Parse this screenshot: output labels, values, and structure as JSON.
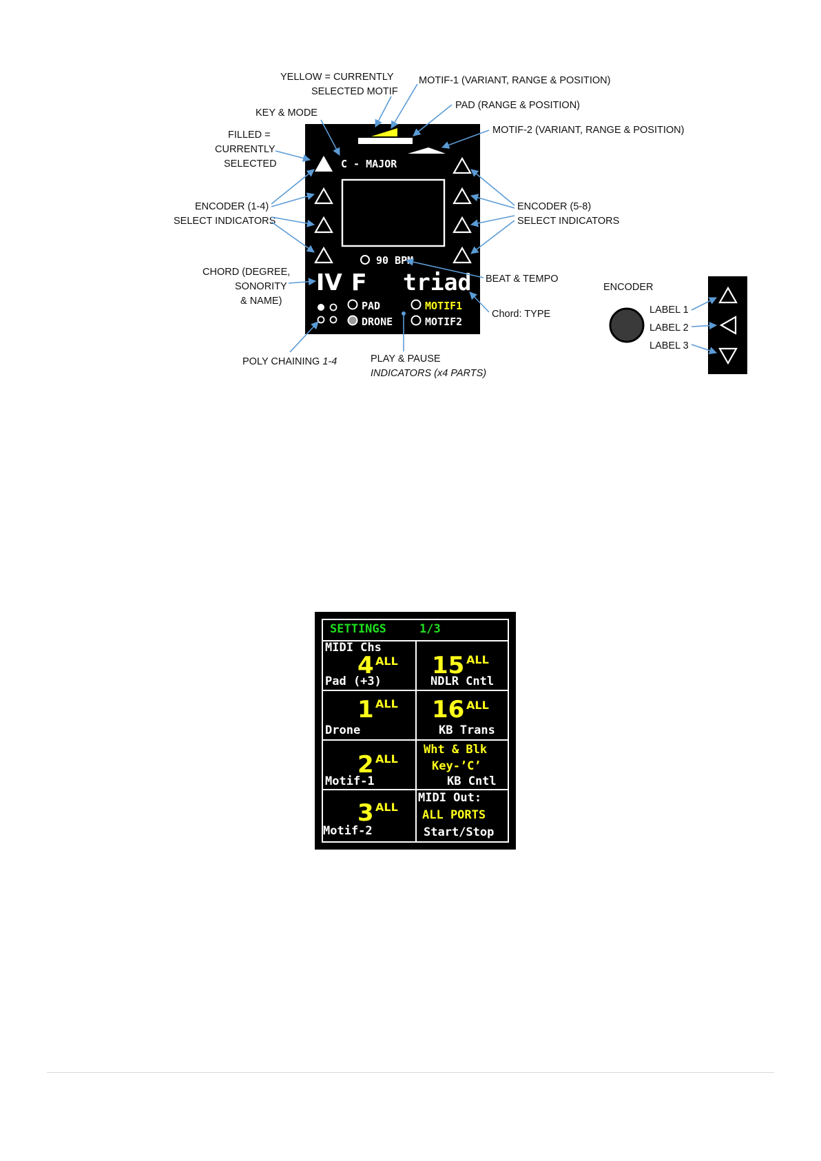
{
  "annotations": {
    "yellow_selected": [
      "YELLOW = CURRENTLY",
      "SELECTED MOTIF"
    ],
    "motif1": "MOTIF-1 (VARIANT, RANGE & POSITION)",
    "pad": "PAD (RANGE & POSITION)",
    "key_mode": "KEY & MODE",
    "motif2": "MOTIF-2 (VARIANT, RANGE & POSITION)",
    "filled": [
      "FILLED =",
      "CURRENTLY",
      "SELECTED"
    ],
    "enc14": [
      "ENCODER (1-4)",
      "SELECT INDICATORS"
    ],
    "enc58": [
      "ENCODER (5-8)",
      "SELECT INDICATORS"
    ],
    "chord": [
      "CHORD (DEGREE,",
      "SONORITY",
      "& NAME)"
    ],
    "beat_tempo": "BEAT & TEMPO",
    "chord_type": "Chord: TYPE",
    "poly_chaining": "POLY CHAINING",
    "poly_range": "1-4",
    "play_pause": "PLAY & PAUSE",
    "play_pause_sub": "INDICATORS  (x4 PARTS)"
  },
  "main_screen": {
    "key_mode": "C - MAJOR",
    "bpm": "90 BPM",
    "chord_degree": "IV",
    "chord_name": "F",
    "chord_type": "triad",
    "parts": {
      "pad": "PAD",
      "drone": "DRONE",
      "motif1": "MOTIF1",
      "motif2": "MOTIF2"
    }
  },
  "encoder_legend": {
    "title": "ENCODER",
    "labels": [
      "LABEL 1",
      "LABEL 2",
      "LABEL 3"
    ]
  },
  "settings": {
    "title": "SETTINGS",
    "page": "1/3",
    "header": "MIDI Chs",
    "cells": [
      {
        "value": "4",
        "tag": "ALL",
        "label": "Pad (+3)"
      },
      {
        "value": "15",
        "tag": "ALL",
        "label": "NDLR Cntl"
      },
      {
        "value": "1",
        "tag": "ALL",
        "label": "Drone"
      },
      {
        "value": "16",
        "tag": "ALL",
        "label": "KB Trans"
      },
      {
        "value": "2",
        "tag": "ALL",
        "label": "Motif-1"
      },
      {
        "line1": "Wht & Blk",
        "line2": "Key-’C’",
        "label": "KB Cntl"
      },
      {
        "value": "3",
        "tag": "ALL",
        "label": "Motif-2"
      },
      {
        "line1": "MIDI Out:",
        "line2": "ALL PORTS",
        "label": "Start/Stop"
      }
    ]
  },
  "colors": {
    "screen_bg": "#000000",
    "highlight": "#ffff1a",
    "title_green": "#1fe01f",
    "arrow": "#5b9bd5"
  }
}
